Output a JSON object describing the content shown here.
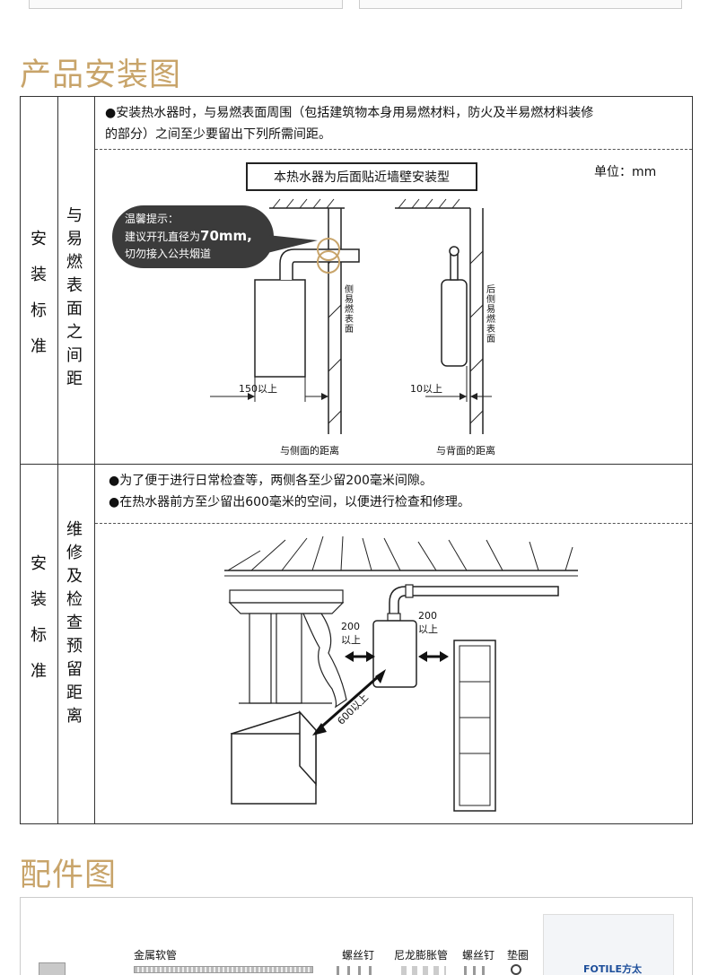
{
  "section1": {
    "title": "产品安装图",
    "row1": {
      "left": [
        "安",
        "装",
        "标",
        "准"
      ],
      "mid": [
        "与",
        "易",
        "燃",
        "表",
        "面",
        "之",
        "间",
        "距"
      ],
      "note_line1": "●安装热水器时，与易燃表面周围（包括建筑物本身用易燃材料，防火及半易燃材料装修",
      "note_line2": "的部分）之间至少要留出下列所需间距。",
      "diagram_title": "本热水器为后面贴近墙壁安装型",
      "unit": "单位：mm",
      "tip_label": "温馨提示：",
      "tip_line1_prefix": "建议开孔直径为",
      "tip_line1_value": "70mm,",
      "tip_line2": "切勿接入公共烟道",
      "label_side_flammable": [
        "侧",
        "易",
        "燃",
        "表",
        "面"
      ],
      "label_back_flammable": [
        "后",
        "侧",
        "易",
        "燃",
        "表",
        "面"
      ],
      "dim_side": "150以上",
      "dim_back": "10以上",
      "caption_side": "与侧面的距离",
      "caption_back": "与背面的距离"
    },
    "row2": {
      "left": [
        "安",
        "装",
        "标",
        "准"
      ],
      "mid": [
        "维",
        "修",
        "及",
        "检",
        "查",
        "预",
        "留",
        "距",
        "离"
      ],
      "note_line1": "●为了便于进行日常检查等，两侧各至少留200毫米间隙。",
      "note_line2": "●在热水器前方至少留出600毫米的空间，以便进行检查和修理。",
      "dim_left_top": "200",
      "dim_left_bottom": "以上",
      "dim_right_top": "200",
      "dim_right_bottom": "以上",
      "dim_front": "600以上"
    }
  },
  "section2": {
    "title": "配件图",
    "items": {
      "hose": "金属软管",
      "screw1": "螺丝钉",
      "anchor": "尼龙膨胀管",
      "screw2": "螺丝钉",
      "washer": "垫圈",
      "brand": "FOTILE方太"
    }
  }
}
